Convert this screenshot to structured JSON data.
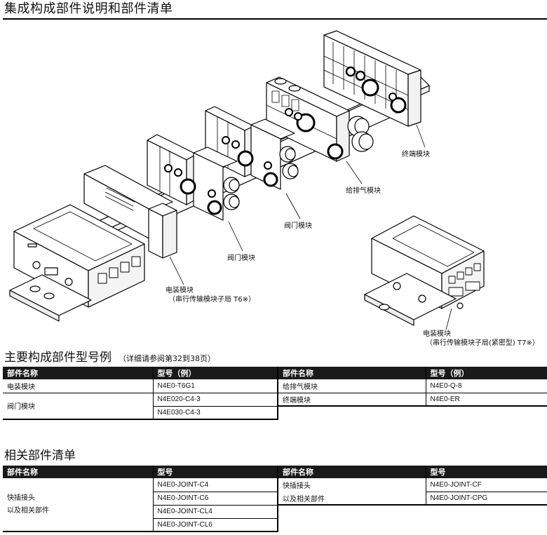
{
  "page": {
    "title": "集成构成部件说明和部件清单"
  },
  "drawing": {
    "labels": {
      "end_module": "终端模块",
      "supply_exhaust_module": "给排气模块",
      "valve_module_1": "阀门模块",
      "valve_module_2": "阀门模块",
      "electrical_module_t6_line1": "电装模块",
      "electrical_module_t6_line2": "（串行传输模块子局 T6※）",
      "electrical_module_t7_line1": "电装模块",
      "electrical_module_t7_line2": "（串行传输模块子局(紧密型) T7※）"
    }
  },
  "main_parts": {
    "title": "主要构成部件型号例",
    "note": "（详细请参阅第32到38页）",
    "left": {
      "headers": [
        "部件名称",
        "型号（例）"
      ],
      "rows": [
        {
          "name": "电装模块",
          "models": [
            "N4E0-T6G1"
          ]
        },
        {
          "name": "阀门模块",
          "models": [
            "N4E020-C4-3",
            "N4E030-C4-3"
          ]
        }
      ]
    },
    "right": {
      "headers": [
        "部件名称",
        "型号（例）"
      ],
      "rows": [
        {
          "name": "给排气模块",
          "models": [
            "N4E0-Q-8"
          ]
        },
        {
          "name": "终端模块",
          "models": [
            "N4E0-ER"
          ]
        }
      ]
    }
  },
  "related_parts": {
    "title": "相关部件清单",
    "left": {
      "headers": [
        "部件名称",
        "型号"
      ],
      "name_line1": "快插接头",
      "name_line2": "以及相关部件",
      "models": [
        "N4E0-JOINT-C4",
        "N4E0-JOINT-C6",
        "N4E0-JOINT-CL4",
        "N4E0-JOINT-CL6"
      ]
    },
    "right": {
      "headers": [
        "部件名称",
        "型号"
      ],
      "rows": [
        {
          "name": "快插接头",
          "model": "N4E0-JOINT-CF"
        },
        {
          "name": "以及相关部件",
          "model": "N4E0-JOINT-CPG"
        }
      ]
    }
  }
}
